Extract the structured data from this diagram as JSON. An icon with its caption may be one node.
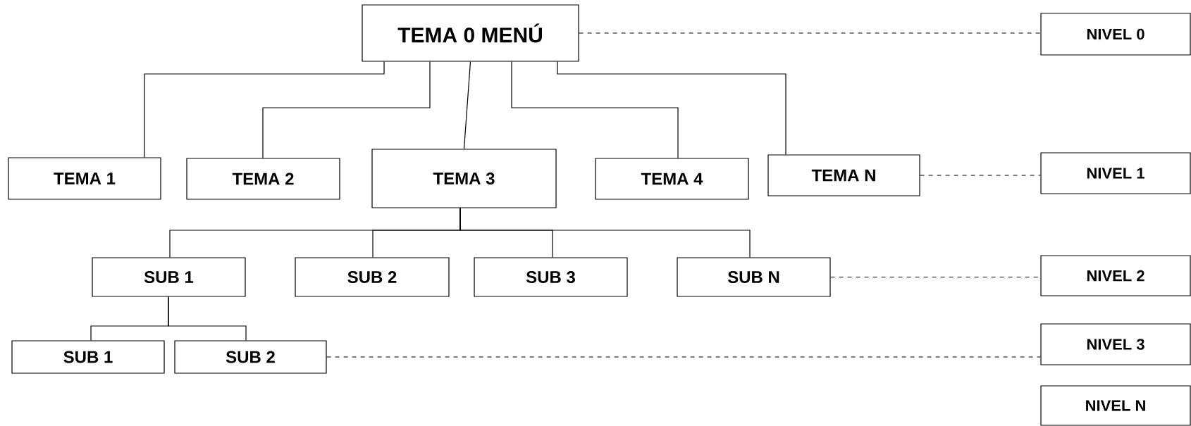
{
  "diagram": {
    "nodes": [
      {
        "text": [
          "TEMA 0 MENÚ"
        ]
      },
      {
        "text": [
          "NIVEL 0"
        ]
      },
      {
        "text": [
          "TEMA 1"
        ]
      },
      {
        "text": [
          "TEMA 2"
        ]
      },
      {
        "text": [
          "TEMA 3"
        ]
      },
      {
        "text": [
          "TEMA 4"
        ]
      },
      {
        "text": [
          "TEMA N"
        ]
      },
      {
        "text": [
          "NIVEL 1"
        ]
      },
      {
        "text": [
          "SUB 1"
        ]
      },
      {
        "text": [
          "SUB 2"
        ]
      },
      {
        "text": [
          "SUB 3"
        ]
      },
      {
        "text": [
          "SUB N"
        ]
      },
      {
        "text": [
          "NIVEL 2"
        ]
      },
      {
        "text": [
          "SUB 1"
        ]
      },
      {
        "text": [
          "SUB 2"
        ]
      },
      {
        "text": [
          "NIVEL 3"
        ]
      },
      {
        "text": [
          "NIVEL N"
        ]
      }
    ],
    "edges": [
      {
        "from": 0,
        "to": 2,
        "arrow": "none"
      },
      {
        "from": 0,
        "to": 3,
        "arrow": "none"
      },
      {
        "from": 0,
        "to": 4,
        "arrow": "none"
      },
      {
        "from": 0,
        "to": 5,
        "arrow": "none"
      },
      {
        "from": 0,
        "to": 6,
        "arrow": "none"
      },
      {
        "from": 4,
        "to": 8,
        "arrow": "none"
      },
      {
        "from": 4,
        "to": 9,
        "arrow": "none"
      },
      {
        "from": 4,
        "to": 10,
        "arrow": "none"
      },
      {
        "from": 4,
        "to": 11,
        "arrow": "none"
      },
      {
        "from": 8,
        "to": 13,
        "arrow": "none"
      },
      {
        "from": 8,
        "to": 14,
        "arrow": "none"
      },
      {
        "from": 0,
        "to": 1,
        "arrow": "none",
        "style": "dashed"
      },
      {
        "from": 6,
        "to": 7,
        "arrow": "none",
        "style": "dashed"
      },
      {
        "from": 11,
        "to": 12,
        "arrow": "none",
        "style": "dashed"
      },
      {
        "from": 14,
        "to": 15,
        "arrow": "none",
        "style": "dashed"
      }
    ]
  }
}
